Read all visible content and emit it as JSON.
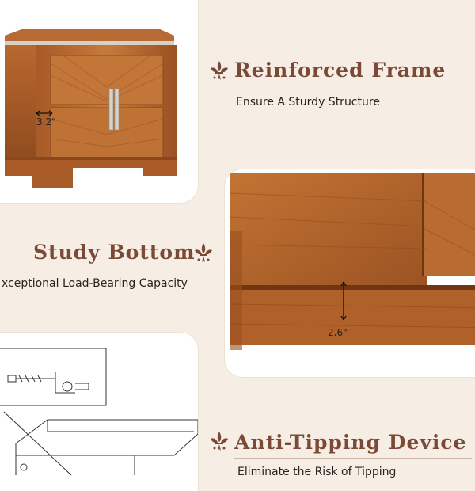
{
  "sections": [
    {
      "title": "Reinforced Frame",
      "subtitle": "Ensure A Sturdy Structure"
    },
    {
      "title": "Study Bottom",
      "subtitle": "xceptional Load-Bearing Capacity"
    },
    {
      "title": "Anti-Tipping Device",
      "subtitle": "Eliminate the Risk of Tipping"
    }
  ],
  "dimensions": {
    "frame_thickness": "3.2\"",
    "base_height": "2.6\""
  },
  "colors": {
    "heading": "#7a4a36",
    "wood": "#b5652c",
    "wood_dark": "#8d4a1f",
    "background": "#f6ede4"
  },
  "icons": [
    "fleur-de-lis-icon"
  ]
}
